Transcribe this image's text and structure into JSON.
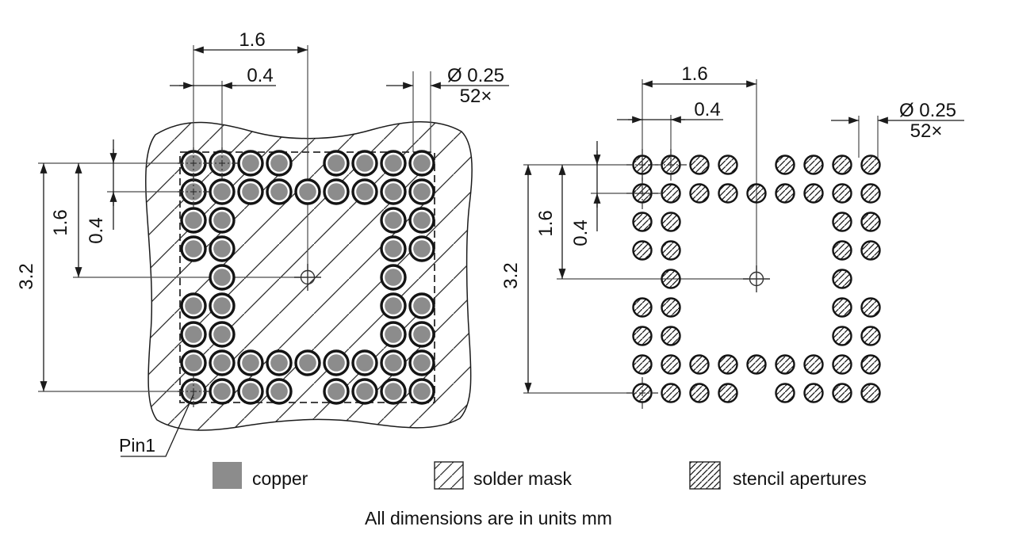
{
  "dims": {
    "span": "1.6",
    "pitch": "0.4",
    "total": "3.2",
    "aperture_diameter": "Ø 0.25",
    "aperture_count": "52×"
  },
  "labels": {
    "pin1": "Pin1",
    "footnote": "All dimensions are in units mm"
  },
  "legend": {
    "copper": "copper",
    "solder_mask": "solder mask",
    "stencil_apertures": "stencil apertures"
  },
  "colors": {
    "copper": "#8c8c8c"
  },
  "pad_pattern": {
    "count": 52,
    "rows": [
      [
        1,
        2,
        3,
        4,
        6,
        7,
        8,
        9
      ],
      [
        1,
        2,
        3,
        4,
        5,
        6,
        7,
        8,
        9
      ],
      [
        1,
        2,
        8,
        9
      ],
      [
        1,
        2,
        8,
        9
      ],
      [
        2,
        8
      ],
      [
        1,
        2,
        8,
        9
      ],
      [
        1,
        2,
        8,
        9
      ],
      [
        1,
        2,
        3,
        4,
        5,
        6,
        7,
        8,
        9
      ],
      [
        1,
        2,
        3,
        4,
        6,
        7,
        8,
        9
      ]
    ],
    "marked": [
      [
        1,
        1
      ],
      [
        1,
        2
      ],
      [
        2,
        1
      ],
      [
        9,
        1
      ]
    ]
  }
}
